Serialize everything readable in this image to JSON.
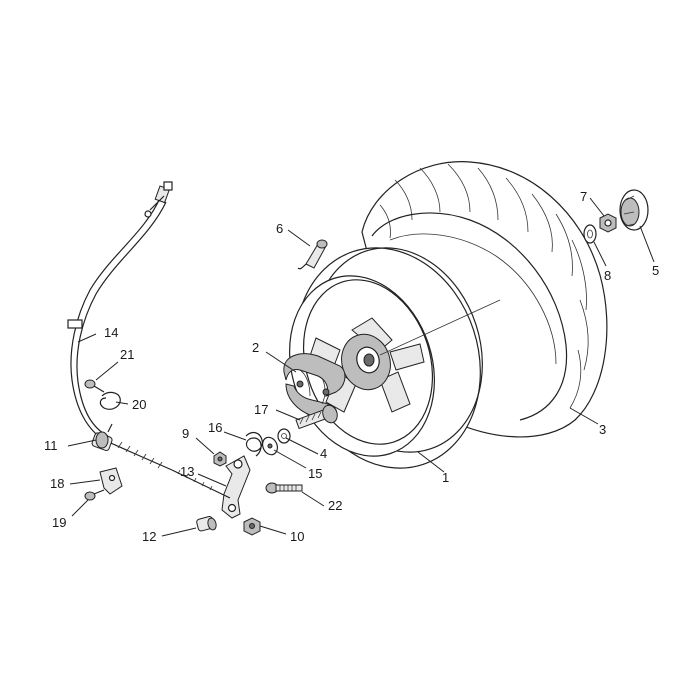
{
  "callouts": [
    {
      "id": "1",
      "label": "1"
    },
    {
      "id": "2",
      "label": "2"
    },
    {
      "id": "3",
      "label": "3"
    },
    {
      "id": "4",
      "label": "4"
    },
    {
      "id": "5",
      "label": "5"
    },
    {
      "id": "6",
      "label": "6"
    },
    {
      "id": "7",
      "label": "7"
    },
    {
      "id": "8",
      "label": "8"
    },
    {
      "id": "9",
      "label": "9"
    },
    {
      "id": "10",
      "label": "10"
    },
    {
      "id": "11",
      "label": "11"
    },
    {
      "id": "12",
      "label": "12"
    },
    {
      "id": "13",
      "label": "13"
    },
    {
      "id": "14",
      "label": "14"
    },
    {
      "id": "15",
      "label": "15"
    },
    {
      "id": "16",
      "label": "16"
    },
    {
      "id": "17",
      "label": "17"
    },
    {
      "id": "18",
      "label": "18"
    },
    {
      "id": "19",
      "label": "19"
    },
    {
      "id": "20",
      "label": "20"
    },
    {
      "id": "21",
      "label": "21"
    },
    {
      "id": "22",
      "label": "22"
    }
  ],
  "parts": {
    "tyre": "tyre",
    "rim": "wheel-rim",
    "brake_shoes": "brake-shoes",
    "cable": "brake-cable"
  }
}
